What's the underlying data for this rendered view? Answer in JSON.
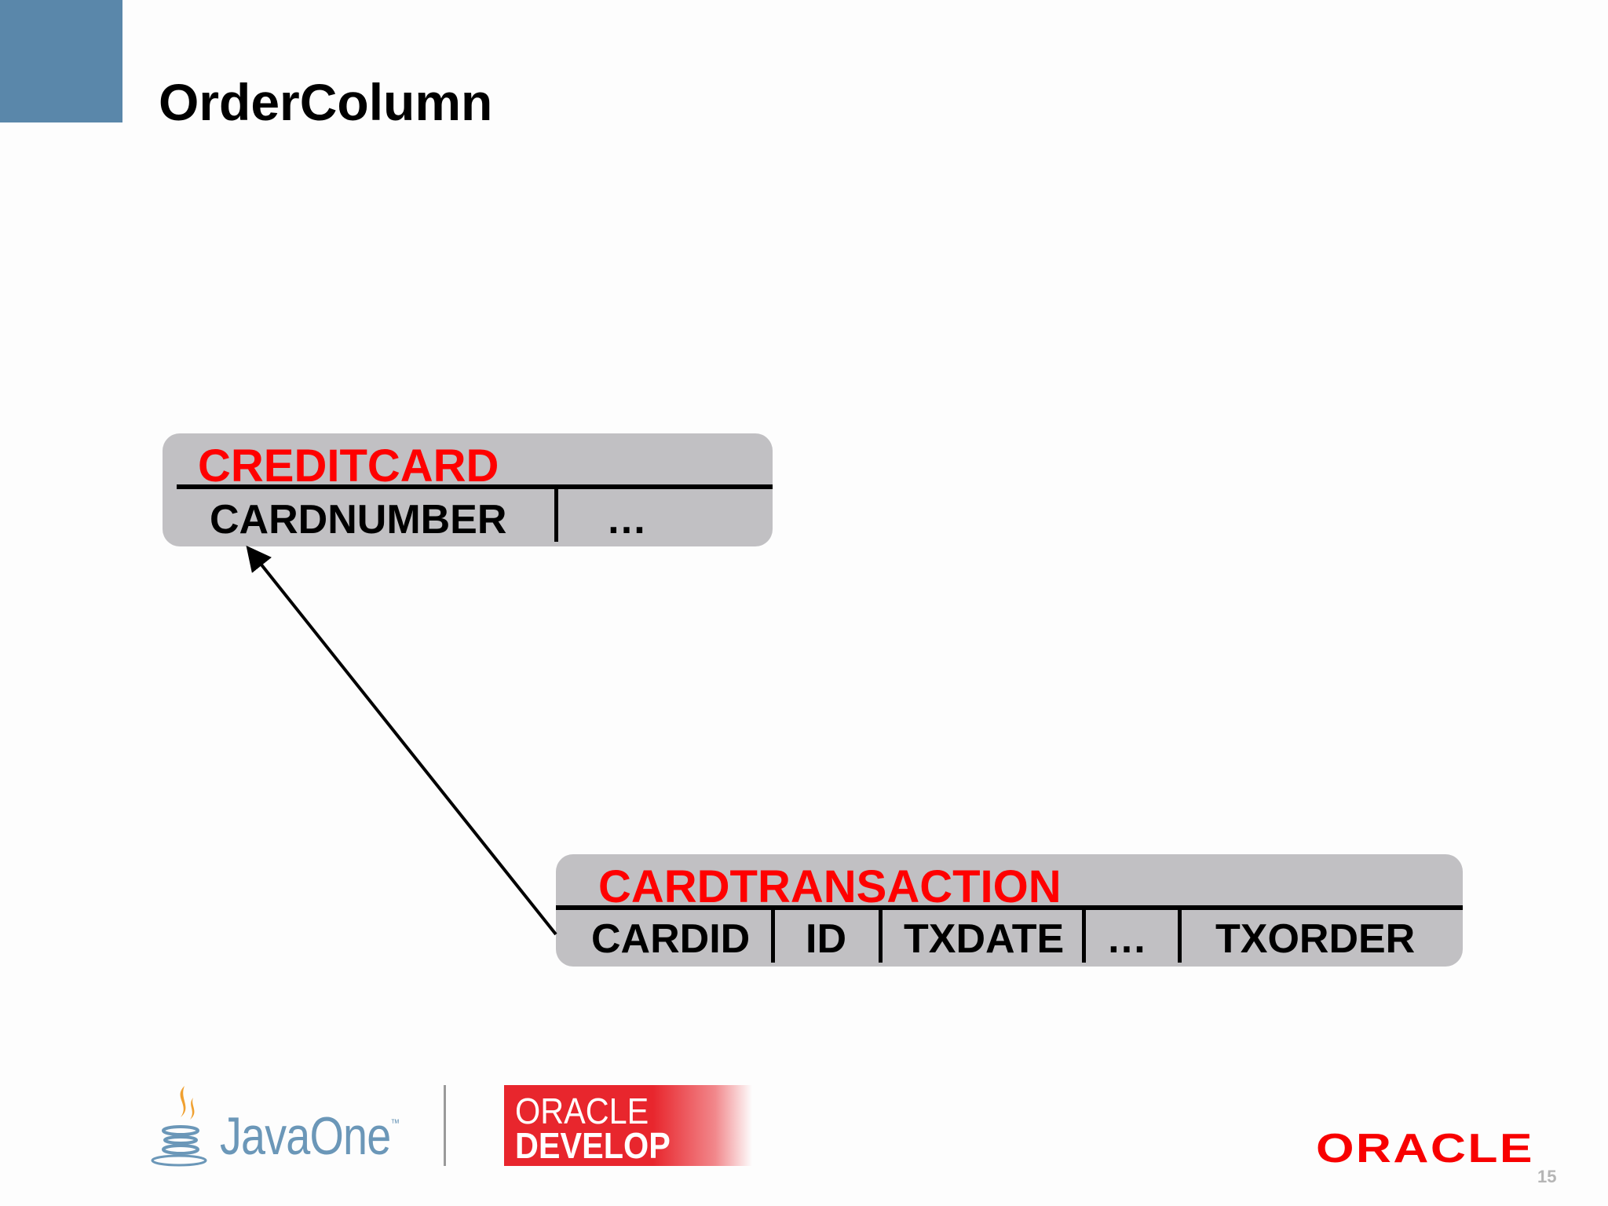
{
  "slide": {
    "title": "OrderColumn",
    "page_number": "15"
  },
  "diagram": {
    "tables": [
      {
        "name": "CREDITCARD",
        "columns": [
          "CARDNUMBER",
          "…"
        ]
      },
      {
        "name": "CARDTRANSACTION",
        "columns": [
          "CARDID",
          "ID",
          "TXDATE",
          "…",
          "TXORDER"
        ]
      }
    ],
    "relationship": {
      "from": "CARDTRANSACTION.CARDID",
      "to": "CREDITCARD.CARDNUMBER"
    }
  },
  "footer": {
    "javaone_logo": "JavaOne",
    "javaone_tm": "™",
    "develop_logo": [
      "ORACLE",
      "DEVELOP"
    ],
    "oracle_logo": "ORACLE"
  },
  "colors": {
    "accent_blue": "#5a87aa",
    "table_name_red": "#ff0000",
    "table_fill": "#c1c0c3",
    "oracle_red": "#f80000"
  }
}
